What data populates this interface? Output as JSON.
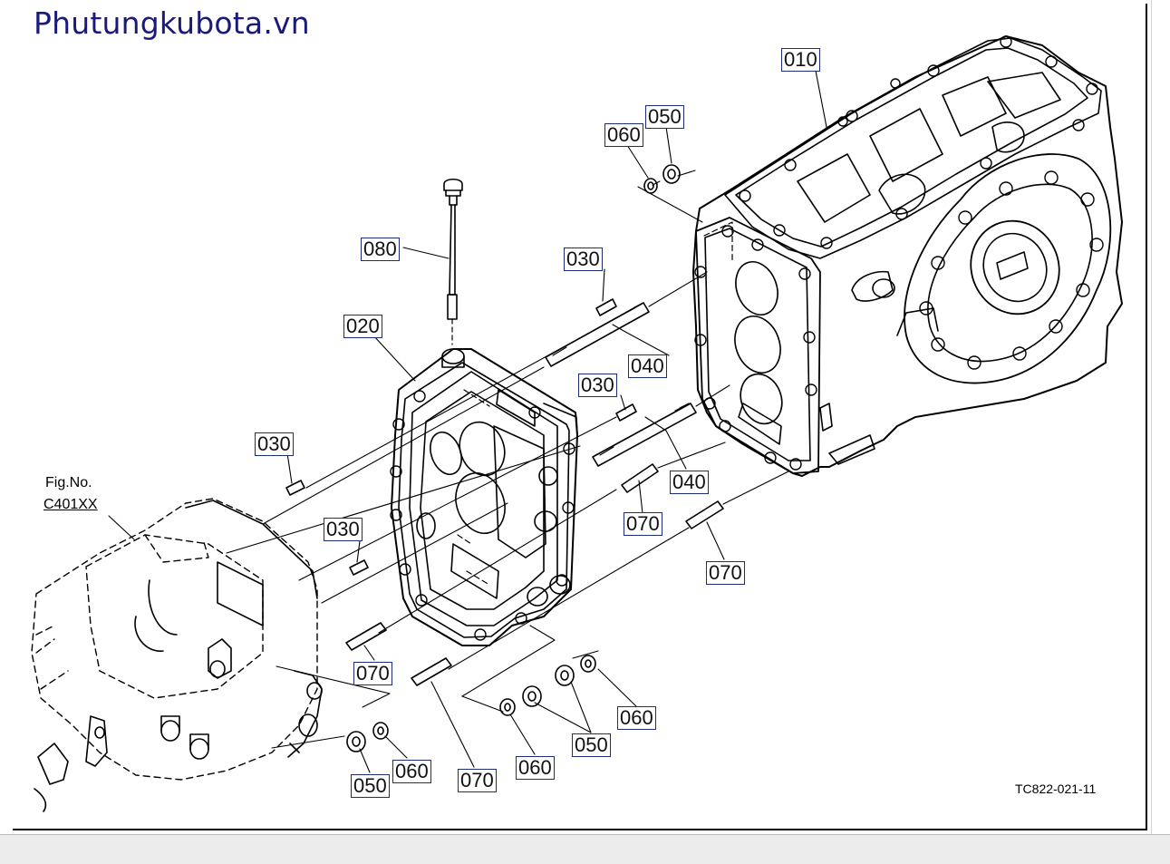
{
  "site_title": "Phutungkubota.vn",
  "figure_ref": {
    "line1": "Fig.No.",
    "line2": "C401XX"
  },
  "drawing_code": "TC822-021-11",
  "part_labels": [
    {
      "id": "p010",
      "text": "010"
    },
    {
      "id": "p050a",
      "text": "050"
    },
    {
      "id": "p060a",
      "text": "060"
    },
    {
      "id": "p080",
      "text": "080"
    },
    {
      "id": "p030a",
      "text": "030"
    },
    {
      "id": "p020",
      "text": "020"
    },
    {
      "id": "p040a",
      "text": "040"
    },
    {
      "id": "p030b",
      "text": "030"
    },
    {
      "id": "p030c",
      "text": "030"
    },
    {
      "id": "p040b",
      "text": "040"
    },
    {
      "id": "p070a",
      "text": "070"
    },
    {
      "id": "p030d",
      "text": "030"
    },
    {
      "id": "p070b",
      "text": "070"
    },
    {
      "id": "p070c",
      "text": "070"
    },
    {
      "id": "p060b",
      "text": "060"
    },
    {
      "id": "p050b",
      "text": "050"
    },
    {
      "id": "p060c",
      "text": "060"
    },
    {
      "id": "p050c",
      "text": "050"
    },
    {
      "id": "p060d",
      "text": "060"
    },
    {
      "id": "p070d",
      "text": "070"
    }
  ]
}
